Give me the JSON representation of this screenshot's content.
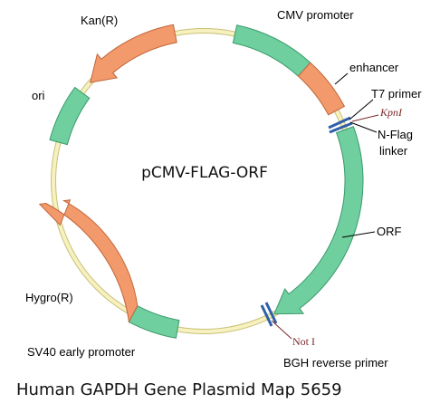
{
  "plasmid": {
    "name": "pCMV-FLAG-ORF",
    "caption": "Human GAPDH Gene Plasmid Map 5659"
  },
  "features": {
    "cmv_promoter": "CMV promoter",
    "enhancer": "enhancer",
    "t7_primer": "T7 primer",
    "kpni": "KpnI",
    "n_flag": "N-Flag",
    "linker": "linker",
    "orf": "ORF",
    "not_i": "Not I",
    "bgh_reverse_primer": "BGH reverse primer",
    "sv40_early_promoter": "SV40 early promoter",
    "hygro_r": "Hygro(R)",
    "ori": "ori",
    "kan_r": "Kan(R)"
  },
  "colors": {
    "backbone": "#f6f1bf",
    "backbone_edge": "#c9c07a",
    "green": "#6fcf9f",
    "green_edge": "#3a9a6a",
    "orange": "#f39a6c",
    "orange_edge": "#c0663a",
    "site_blue": "#2f5fa8",
    "site_line": "#7a2a2a"
  }
}
